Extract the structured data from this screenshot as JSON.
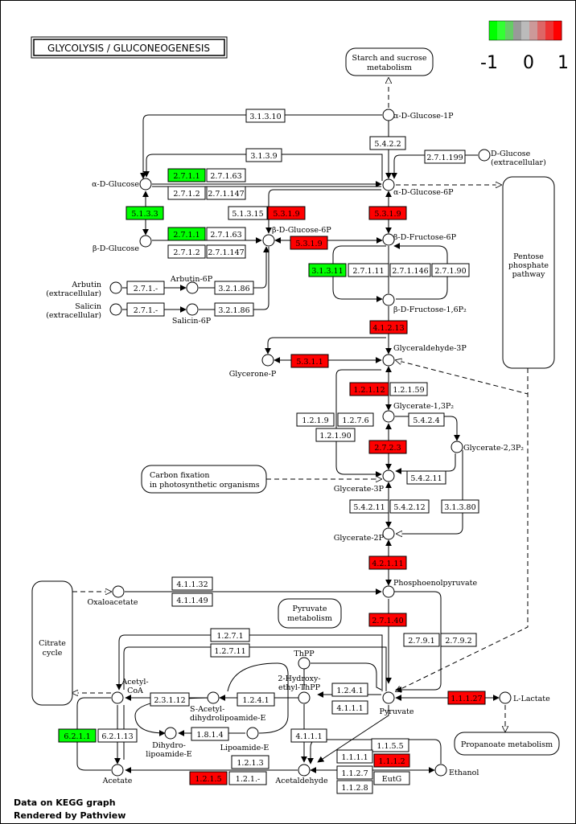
{
  "title": "GLYCOLYSIS / GLUCONEOGENESIS",
  "legend": {
    "min": "-1",
    "mid": "0",
    "max": "1",
    "colors": [
      "#00ff00",
      "#33ff33",
      "#66cc66",
      "#999999",
      "#bbbbbb",
      "#cc9999",
      "#dd6666",
      "#ee3333",
      "#ff0000"
    ]
  },
  "footer": {
    "line1": "Data on KEGG graph",
    "line2": "Rendered by Pathview"
  },
  "colors": {
    "up": "#ff0000",
    "down": "#00ff00",
    "none": "#ffffff"
  },
  "pathways": {
    "starch": [
      "Starch and sucrose",
      "metabolism"
    ],
    "pentose": [
      "Pentose",
      "phosphate",
      "pathway"
    ],
    "carbon": [
      "Carbon fixation",
      "in photosynthetic organisms"
    ],
    "pyruvate": [
      "Pyruvate",
      "metabolism"
    ],
    "citrate": [
      "Citrate",
      "cycle"
    ],
    "propanoate": [
      "Propanoate metabolism"
    ]
  },
  "compounds": [
    {
      "id": "a_d_glucose_1p",
      "label": [
        "α-D-Glucose-1P"
      ]
    },
    {
      "id": "d_glucose_ext",
      "label": [
        "D-Glucose",
        "(extracellular)"
      ]
    },
    {
      "id": "a_d_glucose",
      "label": [
        "α-D-Glucose"
      ]
    },
    {
      "id": "a_d_glucose_6p",
      "label": [
        "α-D-Glucose-6P"
      ]
    },
    {
      "id": "b_d_glucose",
      "label": [
        "β-D-Glucose"
      ]
    },
    {
      "id": "b_d_glucose_6p",
      "label": [
        "β-D-Glucose-6P"
      ]
    },
    {
      "id": "b_d_fructose_6p",
      "label": [
        "β-D-Fructose-6P"
      ]
    },
    {
      "id": "arbutin_ext",
      "label": [
        "Arbutin",
        "(extracellular)"
      ]
    },
    {
      "id": "arbutin_6p",
      "label": [
        "Arbutin-6P"
      ]
    },
    {
      "id": "salicin_ext",
      "label": [
        "Salicin",
        "(extracellular)"
      ]
    },
    {
      "id": "salicin_6p",
      "label": [
        "Salicin-6P"
      ]
    },
    {
      "id": "b_d_fructose_16p2",
      "label": [
        "β-D-Fructose-1,6P₂"
      ]
    },
    {
      "id": "glyceraldehyde_3p",
      "label": [
        "Glyceraldehyde-3P"
      ]
    },
    {
      "id": "glycerone_p",
      "label": [
        "Glycerone-P"
      ]
    },
    {
      "id": "glycerate_13p2",
      "label": [
        "Glycerate-1,3P₂"
      ]
    },
    {
      "id": "glycerate_23p2",
      "label": [
        "Glycerate-2,3P₂"
      ]
    },
    {
      "id": "glycerate_3p",
      "label": [
        "Glycerate-3P"
      ]
    },
    {
      "id": "glycerate_2p",
      "label": [
        "Glycerate-2P"
      ]
    },
    {
      "id": "pep",
      "label": [
        "Phosphoenolpyruvate"
      ]
    },
    {
      "id": "oxaloacetate",
      "label": [
        "Oxaloacetate"
      ]
    },
    {
      "id": "pyruvate",
      "label": [
        "Pyruvate"
      ]
    },
    {
      "id": "l_lactate",
      "label": [
        "L-Lactate"
      ]
    },
    {
      "id": "thpp",
      "label": [
        "ThPP"
      ]
    },
    {
      "id": "hydroxyethyl_thpp",
      "label": [
        "2-Hydroxy-",
        "ethyl-ThPP"
      ]
    },
    {
      "id": "acetyl_coa",
      "label": [
        "Acetyl-",
        "CoA"
      ]
    },
    {
      "id": "s_acetyl_dhl",
      "label": [
        "S-Acetyl-",
        "dihydrolipoamide-E"
      ]
    },
    {
      "id": "dihydrolipoamide",
      "label": [
        "Dihydro-",
        "lipoamide-E"
      ]
    },
    {
      "id": "lipoamide",
      "label": [
        "Lipoamide-E"
      ]
    },
    {
      "id": "acetate",
      "label": [
        "Acetate"
      ]
    },
    {
      "id": "acetaldehyde",
      "label": [
        "Acetaldehyde"
      ]
    },
    {
      "id": "ethanol",
      "label": [
        "Ethanol"
      ]
    }
  ],
  "enzymes": [
    {
      "id": "e3_1_3_10",
      "label": "3.1.3.10",
      "state": "none"
    },
    {
      "id": "e5_4_2_2",
      "label": "5.4.2.2",
      "state": "none"
    },
    {
      "id": "e3_1_3_9",
      "label": "3.1.3.9",
      "state": "none"
    },
    {
      "id": "e2_7_1_199",
      "label": "2.7.1.199",
      "state": "none"
    },
    {
      "id": "e2_7_1_1a",
      "label": "2.7.1.1",
      "state": "down"
    },
    {
      "id": "e2_7_1_63a",
      "label": "2.7.1.63",
      "state": "none"
    },
    {
      "id": "e2_7_1_2a",
      "label": "2.7.1.2",
      "state": "none"
    },
    {
      "id": "e2_7_1_147a",
      "label": "2.7.1.147",
      "state": "none"
    },
    {
      "id": "e5_1_3_3",
      "label": "5.1.3.3",
      "state": "down"
    },
    {
      "id": "e5_1_3_15",
      "label": "5.1.3.15",
      "state": "none"
    },
    {
      "id": "e5_3_1_9a",
      "label": "5.3.1.9",
      "state": "up"
    },
    {
      "id": "e5_3_1_9b",
      "label": "5.3.1.9",
      "state": "up"
    },
    {
      "id": "e2_7_1_1b",
      "label": "2.7.1.1",
      "state": "down"
    },
    {
      "id": "e2_7_1_63b",
      "label": "2.7.1.63",
      "state": "none"
    },
    {
      "id": "e2_7_1_2b",
      "label": "2.7.1.2",
      "state": "none"
    },
    {
      "id": "e2_7_1_147b",
      "label": "2.7.1.147",
      "state": "none"
    },
    {
      "id": "e5_3_1_9c",
      "label": "5.3.1.9",
      "state": "up"
    },
    {
      "id": "e3_1_3_11",
      "label": "3.1.3.11",
      "state": "down"
    },
    {
      "id": "e2_7_1_11",
      "label": "2.7.1.11",
      "state": "none"
    },
    {
      "id": "e2_7_1_146",
      "label": "2.7.1.146",
      "state": "none"
    },
    {
      "id": "e2_7_1_90",
      "label": "2.7.1.90",
      "state": "none"
    },
    {
      "id": "e2_7_1_da",
      "label": "2.7.1.-",
      "state": "none"
    },
    {
      "id": "e3_2_1_86a",
      "label": "3.2.1.86",
      "state": "none"
    },
    {
      "id": "e2_7_1_db",
      "label": "2.7.1.-",
      "state": "none"
    },
    {
      "id": "e3_2_1_86b",
      "label": "3.2.1.86",
      "state": "none"
    },
    {
      "id": "e4_1_2_13",
      "label": "4.1.2.13",
      "state": "up"
    },
    {
      "id": "e5_3_1_1",
      "label": "5.3.1.1",
      "state": "up"
    },
    {
      "id": "e1_2_1_12",
      "label": "1.2.1.12",
      "state": "up"
    },
    {
      "id": "e1_2_1_59",
      "label": "1.2.1.59",
      "state": "none"
    },
    {
      "id": "e1_2_1_9",
      "label": "1.2.1.9",
      "state": "none"
    },
    {
      "id": "e1_2_7_6",
      "label": "1.2.7.6",
      "state": "none"
    },
    {
      "id": "e5_4_2_4",
      "label": "5.4.2.4",
      "state": "none"
    },
    {
      "id": "e1_2_1_90",
      "label": "1.2.1.90",
      "state": "none"
    },
    {
      "id": "e2_7_2_3",
      "label": "2.7.2.3",
      "state": "up"
    },
    {
      "id": "e5_4_2_11a",
      "label": "5.4.2.11",
      "state": "none"
    },
    {
      "id": "e5_4_2_11b",
      "label": "5.4.2.11",
      "state": "none"
    },
    {
      "id": "e5_4_2_12",
      "label": "5.4.2.12",
      "state": "none"
    },
    {
      "id": "e3_1_3_80",
      "label": "3.1.3.80",
      "state": "none"
    },
    {
      "id": "e4_2_1_11",
      "label": "4.2.1.11",
      "state": "up"
    },
    {
      "id": "e4_1_1_32",
      "label": "4.1.1.32",
      "state": "none"
    },
    {
      "id": "e4_1_1_49",
      "label": "4.1.1.49",
      "state": "none"
    },
    {
      "id": "e2_7_1_40",
      "label": "2.7.1.40",
      "state": "up"
    },
    {
      "id": "e2_7_9_1",
      "label": "2.7.9.1",
      "state": "none"
    },
    {
      "id": "e2_7_9_2",
      "label": "2.7.9.2",
      "state": "none"
    },
    {
      "id": "e1_2_7_1",
      "label": "1.2.7.1",
      "state": "none"
    },
    {
      "id": "e1_2_7_11",
      "label": "1.2.7.11",
      "state": "none"
    },
    {
      "id": "e1_1_1_27",
      "label": "1.1.1.27",
      "state": "up"
    },
    {
      "id": "e2_3_1_12",
      "label": "2.3.1.12",
      "state": "none"
    },
    {
      "id": "e1_2_4_1a",
      "label": "1.2.4.1",
      "state": "none"
    },
    {
      "id": "e1_2_4_1b",
      "label": "1.2.4.1",
      "state": "none"
    },
    {
      "id": "e4_1_1_1a",
      "label": "4.1.1.1",
      "state": "none"
    },
    {
      "id": "e1_8_1_4",
      "label": "1.8.1.4",
      "state": "none"
    },
    {
      "id": "e4_1_1_1b",
      "label": "4.1.1.1",
      "state": "none"
    },
    {
      "id": "e6_2_1_1",
      "label": "6.2.1.1",
      "state": "down"
    },
    {
      "id": "e6_2_1_13",
      "label": "6.2.1.13",
      "state": "none"
    },
    {
      "id": "e1_2_1_3",
      "label": "1.2.1.3",
      "state": "none"
    },
    {
      "id": "e1_1_5_5",
      "label": "1.1.5.5",
      "state": "none"
    },
    {
      "id": "e1_1_1_1",
      "label": "1.1.1.1",
      "state": "none"
    },
    {
      "id": "e1_1_1_2",
      "label": "1.1.1.2",
      "state": "up"
    },
    {
      "id": "e1_1_2_7",
      "label": "1.1.2.7",
      "state": "none"
    },
    {
      "id": "e_eutg",
      "label": "EutG",
      "state": "none"
    },
    {
      "id": "e1_1_2_8",
      "label": "1.1.2.8",
      "state": "none"
    },
    {
      "id": "e1_2_1_5",
      "label": "1.2.1.5",
      "state": "up"
    },
    {
      "id": "e1_2_1_d",
      "label": "1.2.1.-",
      "state": "none"
    }
  ]
}
